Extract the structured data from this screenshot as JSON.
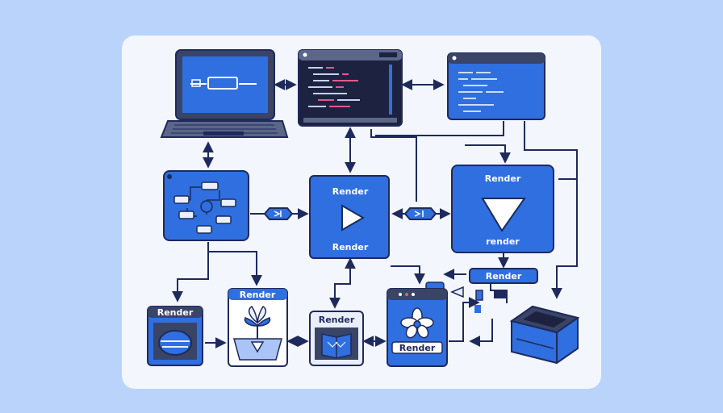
{
  "labels": {
    "player_title": "Render",
    "player_caption": "Render",
    "big_title": "Render",
    "big_caption": "render",
    "bar_label": "Render",
    "small_window": "Render",
    "book_window": "Render",
    "flower_window": "Render",
    "plant_window": "Render"
  },
  "colors": {
    "background": "#b9d3fb",
    "panel": "#f4f6fd",
    "accent": "#2f6fe0",
    "outline": "#1e2a5c",
    "screen": "#1c2240"
  }
}
